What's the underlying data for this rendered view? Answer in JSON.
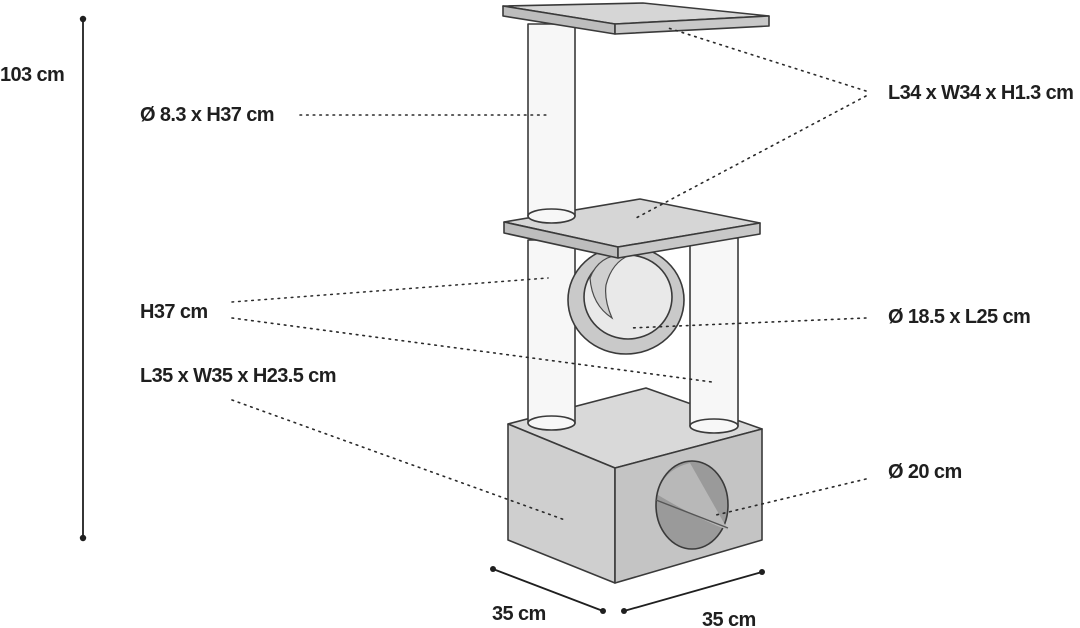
{
  "labels": {
    "total_height": "103 cm",
    "post_top": "Ø 8.3 x H37 cm",
    "platform": "L34 x W34 x H1.3 cm",
    "post_height": "H37 cm",
    "tunnel": "Ø 18.5 x L25 cm",
    "base_box": "L35 x W35 x H23.5 cm",
    "hole": "Ø 20 cm",
    "depth": "35 cm",
    "width": "35 cm"
  },
  "colors": {
    "background": "#ffffff",
    "platform_top": "#d6d6d6",
    "platform_edge": "#bdbdbd",
    "post": "#f7f7f7",
    "box_top": "#d9d9d9",
    "box_front": "#cfcfcf",
    "box_side": "#c4c4c4",
    "hole_dark": "#9a9a9a",
    "tunnel": "#c9c9c9",
    "text": "#1f1f1f"
  }
}
